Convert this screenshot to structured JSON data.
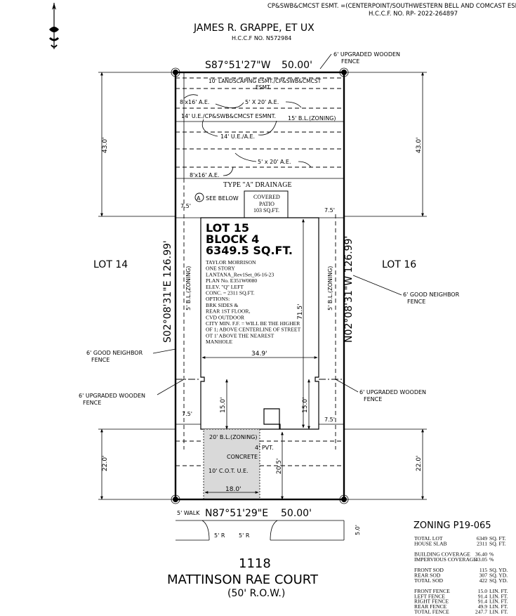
{
  "easement_header": {
    "line1": "CP&SWB&CMCST ESMT. =(CENTERPOINT/SOUTHWESTERN BELL AND COMCAST ESMNT.)",
    "line2": "H.C.C.F. NO. RP- 2022-264897"
  },
  "owner": {
    "name": "JAMES R. GRAPPE, ET UX",
    "hccf": "H.C.C.F NO. N572984"
  },
  "north_bearing": "S87°51'27\"W",
  "north_distance": "50.00'",
  "south_bearing": "N87°51'29\"E",
  "south_distance": "50.00'",
  "west_bearing": "S02°08'31\"E 126.99'",
  "east_bearing": "N02°08'31\"W 126.99'",
  "fence_labels": {
    "top_right": [
      "6' UPGRADED WOODEN",
      "FENCE"
    ],
    "left_good": [
      "6' GOOD NEIGHBOR",
      "FENCE"
    ],
    "right_good": [
      "6' GOOD NEIGHBOR",
      "FENCE"
    ],
    "left_upgraded": [
      "6' UPGRADED WOODEN",
      "FENCE"
    ],
    "right_upgraded": [
      "6' UPGRADED WOODEN",
      "FENCE"
    ]
  },
  "easements": {
    "landscaping_a": "10' LANDSCAPING ESMT./CP&SWB&CMCST",
    "landscaping_b": "ESMT.",
    "ae_8x16_top": "8'x16' A.E.",
    "ae_5x20_top": "5' X 20' A.E.",
    "ue_14_a": "14' U.E./CP&SWB&CMCST ESMNT.",
    "bl_15": "15' B.L.(ZONING)",
    "ue_14_b": "14' U.E./A.E.",
    "ae_5x20_mid": "5' x 20' A.E.",
    "ae_8x16_bottom": "8'x16' A.E."
  },
  "drainage": "TYPE \"A\" DRAINAGE",
  "see_below_marker": "A",
  "see_below": "SEE BELOW",
  "patio": {
    "line1": "COVERED",
    "line2": "PATIO",
    "line3": "103 SQ.FT."
  },
  "lot": {
    "name": "LOT 15",
    "block": "BLOCK 4",
    "area": "6349.5 SQ.FT."
  },
  "house_notes": [
    "TAYLOR MORRISON",
    "ONE STORY",
    "LANTANA_Rev1Set_06-16-23",
    "PLAN No. E351W0080",
    "ELEV. \"Q\" LEFT",
    "CONC. = 2311 SQ.FT.",
    "OPTIONS:",
    "BRK SIDES &",
    "REAR 1ST FLOOR,",
    "CVD OUTDOOR",
    "CITY MIN. F.F. = WILL BE THE HIGHER",
    "OF 1; ABOVE CENTERLINE OF STREET",
    "OT 1' ABOVE THE NEAREST",
    "MANHOLE"
  ],
  "neighbors": {
    "left": "LOT 14",
    "right": "LOT 16"
  },
  "dims": {
    "top_43_left": "43.0'",
    "top_43_right": "43.0'",
    "bottom_22_left": "22.0'",
    "bottom_22_right": "22.0'",
    "side_left_top": "7.5'",
    "side_right_top": "7.5'",
    "side_left_bottom": "7.5'",
    "side_right_bottom": "7.5'",
    "bl_left": "5' B.L.(ZONING)",
    "bl_right": "5' B.L.(ZONING)",
    "house_depth": "71.5'",
    "house_width": "34.9'",
    "front_15_left": "15.0'",
    "front_15_right": "15.0'",
    "drive_20_5": "20.5'",
    "drive_18": "18.0'",
    "walk_5": "5.0'"
  },
  "front": {
    "bl_20": "20' B.L.(ZONING)",
    "pvt_4": "4' PVT.",
    "concrete": "CONCRETE",
    "cot_ue": "10' C.O.T. U.E.",
    "walk": "5' WALK",
    "radius_left": "5' R",
    "radius_right": "5' R"
  },
  "address": {
    "number": "1118",
    "street": "MATTINSON RAE COURT",
    "row": "(50' R.O.W.)"
  },
  "zoning": {
    "title": "ZONING P19-065",
    "groups": [
      [
        {
          "label": "TOTAL LOT",
          "value": "6349",
          "unit": "SQ. FT."
        },
        {
          "label": "HOUSE SLAB",
          "value": "2311",
          "unit": "SQ. FT."
        }
      ],
      [
        {
          "label": "BUILDING COVERAGE",
          "value": "36.40",
          "unit": "%"
        },
        {
          "label": "IMPERVIOUS COVERAGE",
          "value": "43.05",
          "unit": "%"
        }
      ],
      [
        {
          "label": "FRONT SOD",
          "value": "115",
          "unit": "SQ. YD."
        },
        {
          "label": "REAR SOD",
          "value": "307",
          "unit": "SQ. YD."
        },
        {
          "label": "TOTAL SOD",
          "value": "422",
          "unit": "SQ. YD."
        }
      ],
      [
        {
          "label": "FRONT FENCE",
          "value": "15.0",
          "unit": "LIN. FT."
        },
        {
          "label": "LEFT FENCE",
          "value": "91.4",
          "unit": "LIN. FT."
        },
        {
          "label": "RIGHT FENCE",
          "value": "91.4",
          "unit": "LIN. FT."
        },
        {
          "label": "REAR FENCE",
          "value": "49.9",
          "unit": "LIN. FT."
        },
        {
          "label": "TOTAL FENCE",
          "value": "247.7",
          "unit": "LIN. FT."
        }
      ]
    ]
  }
}
